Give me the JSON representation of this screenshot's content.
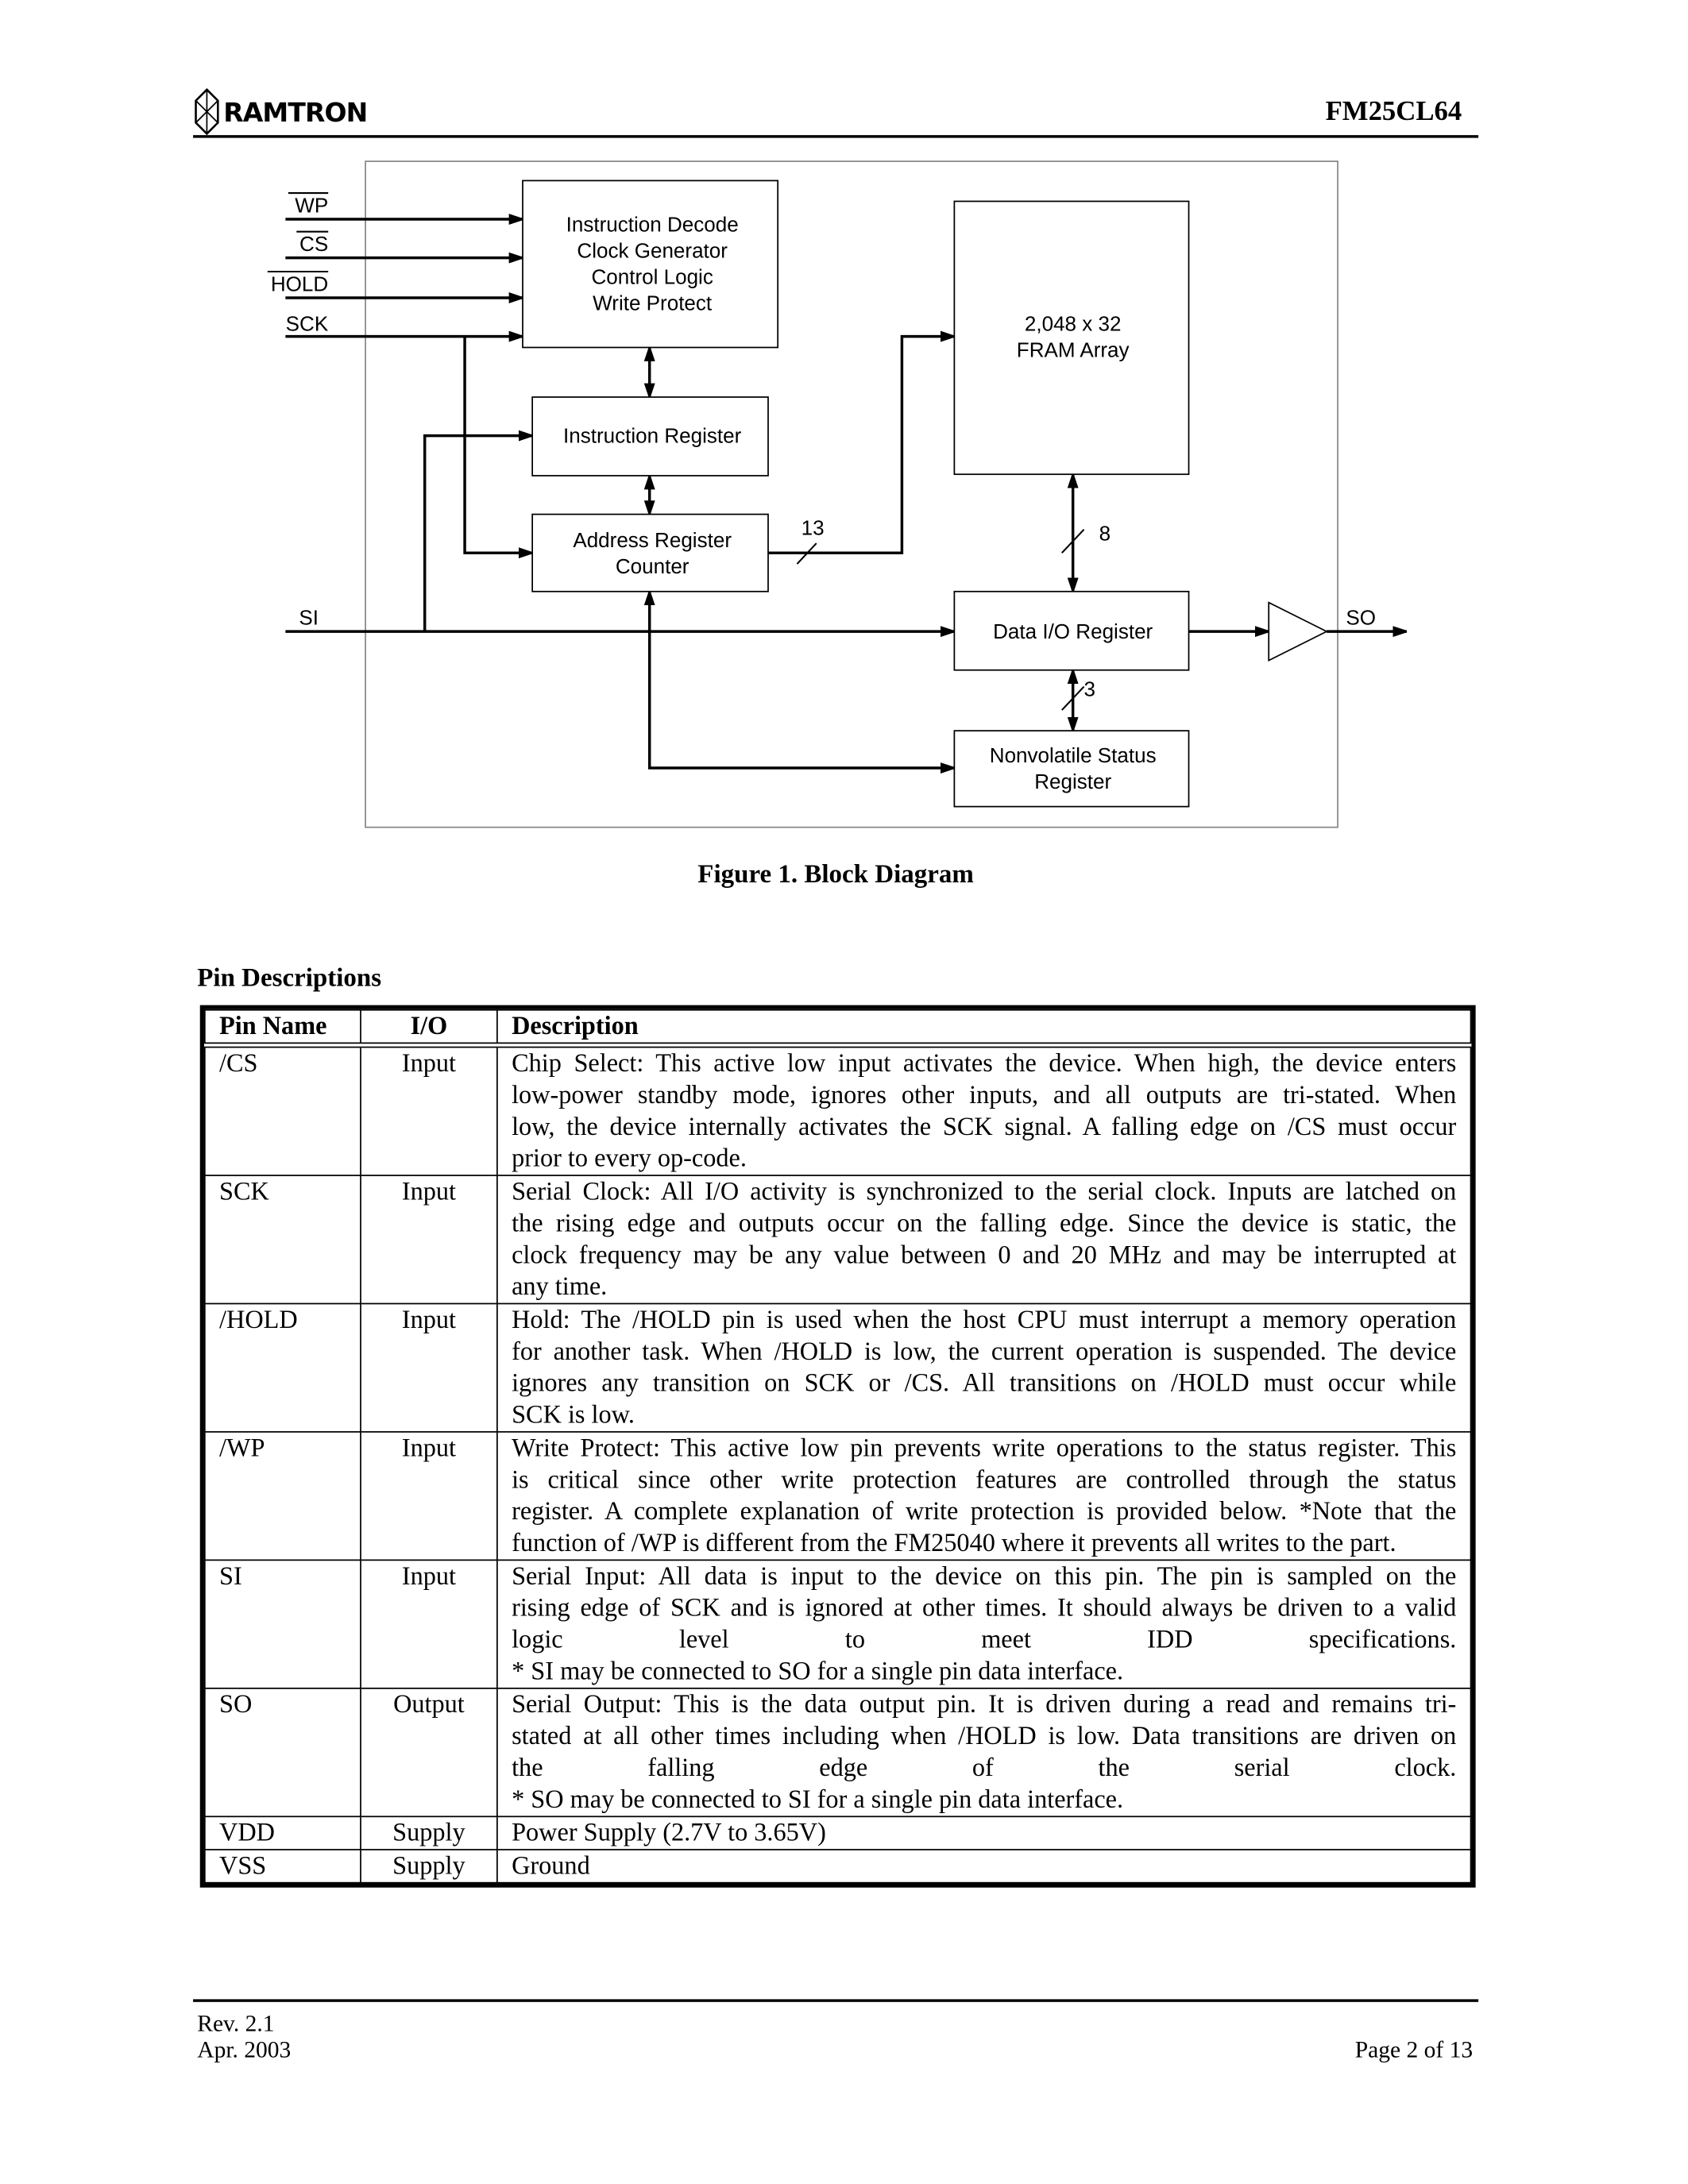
{
  "header": {
    "logo_text": "RAMTRON",
    "doc_id": "FM25CL64"
  },
  "diagram": {
    "inputs": [
      "WP",
      "CS",
      "HOLD",
      "SCK",
      "SI"
    ],
    "output": "SO",
    "blocks": {
      "control": [
        "Instruction Decode",
        "Clock Generator",
        "Control Logic",
        "Write Protect"
      ],
      "instruction_register": "Instruction Register",
      "address_register": [
        "Address Register",
        "Counter"
      ],
      "fram_array": [
        "2,048 x 32",
        "FRAM Array"
      ],
      "data_io": "Data I/O Register",
      "status": [
        "Nonvolatile Status",
        "Register"
      ]
    },
    "bus_widths": {
      "address": "13",
      "data": "8",
      "status": "3"
    }
  },
  "caption": "Figure 1.  Block Diagram",
  "pin_section_title": "Pin Descriptions",
  "table": {
    "headers": [
      "Pin Name",
      "I/O",
      "Description"
    ],
    "rows": [
      {
        "pin": "/CS",
        "io": "Input",
        "desc": [
          "Chip Select:  This active low input activates the device. When high, the device enters",
          "low-power standby mode, ignores other inputs, and all outputs are tri-stated. When",
          "low, the device internally activates the SCK signal. A falling edge on /CS must occur",
          "prior to every op-code."
        ]
      },
      {
        "pin": "SCK",
        "io": "Input",
        "desc": [
          "Serial Clock: All I/O activity is synchronized to the serial clock. Inputs are latched on",
          "the rising edge and outputs occur on the falling edge. Since the device is static, the",
          "clock frequency may be any value between 0 and 20 MHz and may be interrupted at",
          "any time."
        ]
      },
      {
        "pin": "/HOLD",
        "io": "Input",
        "desc": [
          "Hold: The /HOLD pin is used when the host CPU must interrupt a memory operation",
          "for another task. When /HOLD is low, the current operation is suspended. The device",
          "ignores any transition on SCK or /CS. All transitions on /HOLD must occur while",
          "SCK is low."
        ]
      },
      {
        "pin": "/WP",
        "io": "Input",
        "desc": [
          "Write Protect:  This active low pin prevents write operations to the status register. This",
          "is critical since other write protection features are controlled through the status",
          "register. A complete explanation of write protection is provided below. *Note that the",
          "function of /WP is different from the FM25040 where it prevents all writes to the part."
        ]
      },
      {
        "pin": "SI",
        "io": "Input",
        "desc": [
          "Serial Input:  All data is input to the device on this pin. The pin is sampled on the",
          "rising edge of SCK and is ignored at other times. It should always be driven to a valid",
          "logic level to meet IDD specifications.",
          "* SI may be connected to SO for a single pin data interface."
        ]
      },
      {
        "pin": "SO",
        "io": "Output",
        "desc": [
          "Serial Output:  This is the data output pin. It is driven during a read and remains tri-",
          "stated at all other times including when /HOLD is low. Data transitions are driven on",
          "the falling edge of the serial clock.",
          "* SO may be connected to SI for a single pin data interface."
        ]
      },
      {
        "pin": "VDD",
        "io": "Supply",
        "desc": [
          "Power Supply (2.7V to 3.65V)"
        ]
      },
      {
        "pin": "VSS",
        "io": "Supply",
        "desc": [
          "Ground"
        ]
      }
    ]
  },
  "footer": {
    "rev": "Rev. 2.1",
    "date": "Apr. 2003",
    "page": "Page 2 of 13"
  }
}
